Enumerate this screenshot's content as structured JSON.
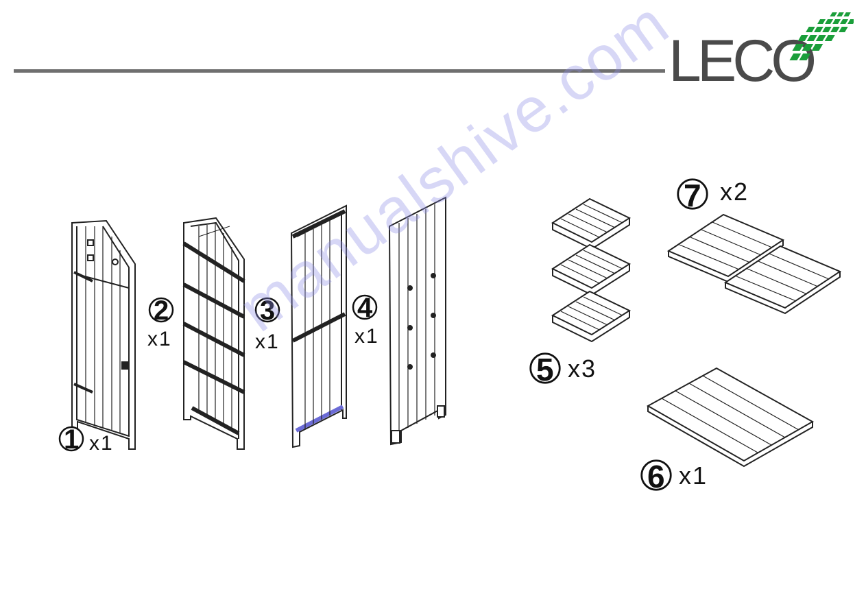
{
  "brand": {
    "name": "LECO",
    "text_color": "#4a4a4a",
    "grid_color": "#1a9e3a"
  },
  "header_rule_color": "#6f6f6f",
  "parts": [
    {
      "number": "1",
      "quantity": "x1"
    },
    {
      "number": "2",
      "quantity": "x1"
    },
    {
      "number": "3",
      "quantity": "x1"
    },
    {
      "number": "4",
      "quantity": "x1"
    },
    {
      "number": "5",
      "quantity": "x3"
    },
    {
      "number": "6",
      "quantity": "x1"
    },
    {
      "number": "7",
      "quantity": "x2"
    }
  ],
  "watermark": "manualshive.com"
}
